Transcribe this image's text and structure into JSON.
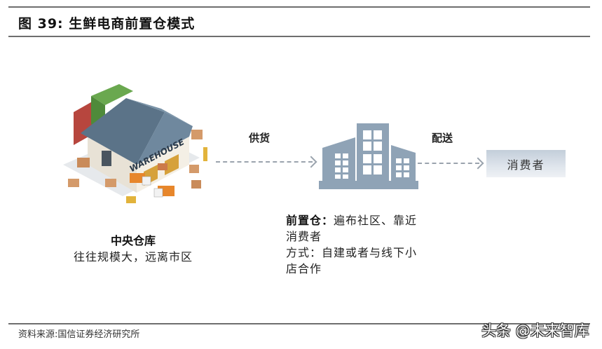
{
  "header": {
    "title": "图 39: 生鲜电商前置仓模式"
  },
  "diagram": {
    "central_warehouse": {
      "illustration_label": "WAREHOUSE",
      "name": "中央仓库",
      "description": "往往规模大，远离市区"
    },
    "arrow_supply": {
      "label": "供货"
    },
    "front_warehouse": {
      "icon": "building-icon",
      "line1_bold": "前置仓：",
      "line1_rest": "遍布社区、靠近",
      "line2": "消费者",
      "line3": "方式：自建或者与线下小",
      "line4": "店合作"
    },
    "arrow_delivery": {
      "label": "配送"
    },
    "consumer": {
      "label": "消费者"
    }
  },
  "colors": {
    "building": "#8fa3b6",
    "dash_arrow": "#9aa3ad",
    "roof": "#5b7388",
    "rule": "#6e6e6e"
  },
  "footer": {
    "source": "资料来源:国信证券经济研究所",
    "watermark": "头条 @未来智库"
  }
}
